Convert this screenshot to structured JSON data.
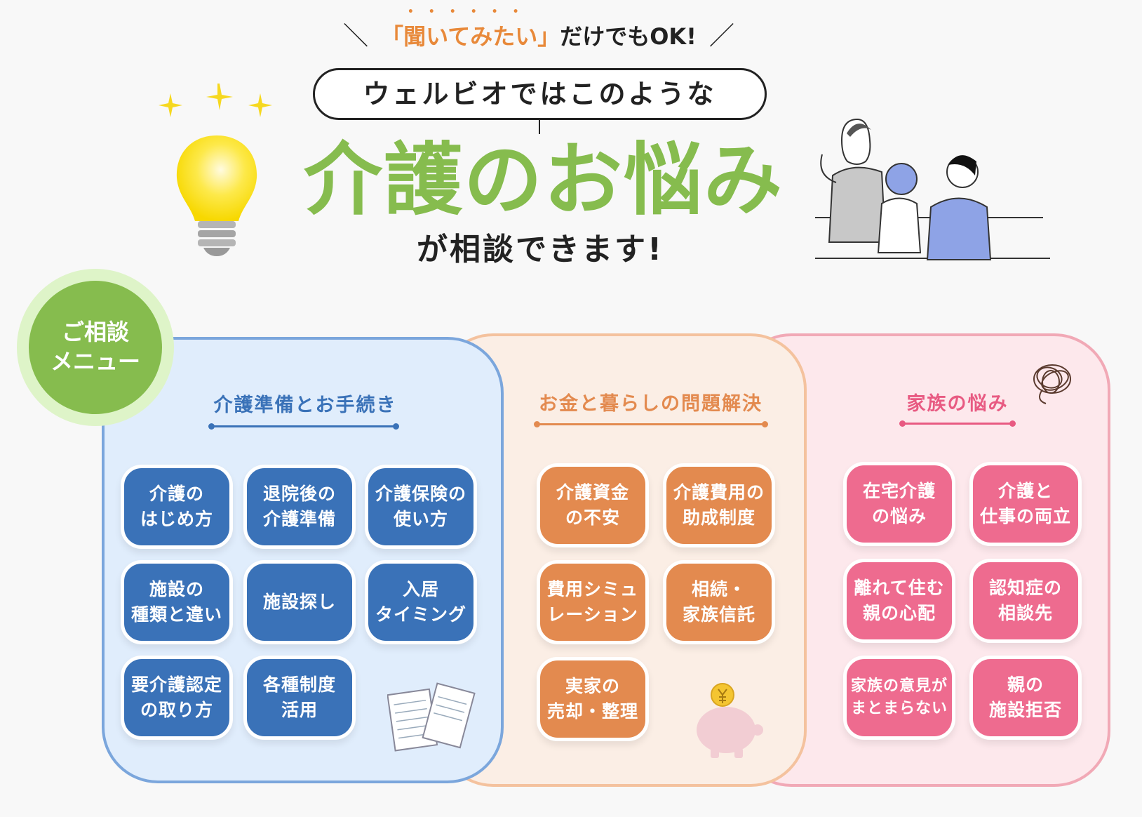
{
  "header": {
    "lead_highlight": "「聞いてみたい」",
    "lead_rest": "だけでもOK!",
    "pill_text": "ウェルビオではこのような",
    "title": "介護のお悩み",
    "subtitle": "が相談できます!"
  },
  "badge": {
    "label": "ご相談\nメニュー"
  },
  "colors": {
    "green": "#86bc4e",
    "blue": "#3a72b8",
    "orange": "#e38a4f",
    "pink": "#ee6b8f"
  },
  "categories": [
    {
      "title": "介護準備とお手続き",
      "items": [
        "介護の\nはじめ方",
        "退院後の\n介護準備",
        "介護保険の\n使い方",
        "施設の\n種類と違い",
        "施設探し",
        "入居\nタイミング",
        "要介護認定\nの取り方",
        "各種制度\n活用"
      ]
    },
    {
      "title": "お金と暮らしの問題解決",
      "items": [
        "介護資金\nの不安",
        "介護費用の\n助成制度",
        "費用シミュ\nレーション",
        "相続・\n家族信託",
        "実家の\n売却・整理"
      ]
    },
    {
      "title": "家族の悩み",
      "items": [
        "在宅介護\nの悩み",
        "介護と\n仕事の両立",
        "離れて住む\n親の心配",
        "認知症の\n相談先",
        "家族の意見が\nまとまらない",
        "親の\n施設拒否"
      ]
    }
  ]
}
